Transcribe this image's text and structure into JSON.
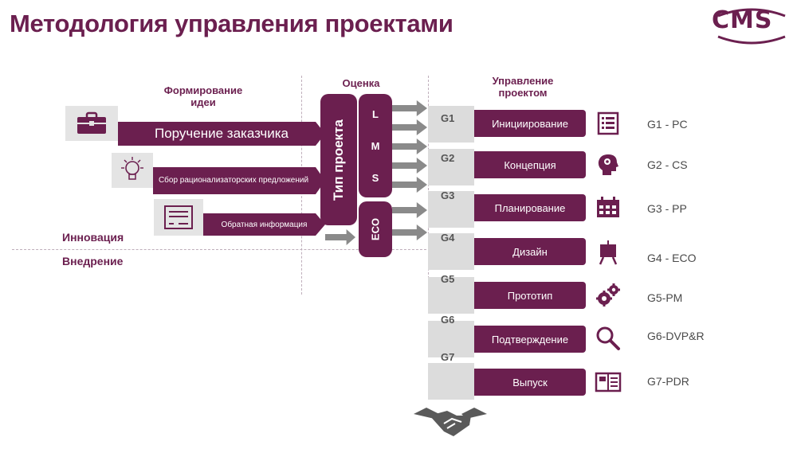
{
  "title": "Методология управления проектами",
  "logo": "CMS",
  "headers": {
    "formation": "Формирование идеи",
    "assessment": "Оценка",
    "management": "Управление проектом"
  },
  "side_labels": {
    "innovation": "Инновация",
    "implementation": "Внедрение"
  },
  "inputs": [
    {
      "label": "Поручение заказчика",
      "icon": "briefcase-icon"
    },
    {
      "label": "Сбор рационализаторских предложений",
      "icon": "lightbulb-icon"
    },
    {
      "label": "Обратная информация",
      "icon": "document-icon"
    }
  ],
  "project_type": "Тип проекта",
  "lms": [
    "L",
    "M",
    "S"
  ],
  "eco": "ECO",
  "gates": [
    {
      "code": "G1",
      "label": "Инициирование",
      "icon": "checklist-icon",
      "result": "G1 - PC"
    },
    {
      "code": "G2",
      "label": "Концепция",
      "icon": "head-gears-icon",
      "result": "G2 - CS"
    },
    {
      "code": "G3",
      "label": "Планирование",
      "icon": "calendar-icon",
      "result": "G3 - PP"
    },
    {
      "code": "G4",
      "label": "Дизайн",
      "icon": "easel-icon",
      "result": "G4 - ECO"
    },
    {
      "code": "G5",
      "label": "Прототип",
      "icon": "gears-icon",
      "result": "G5-PM"
    },
    {
      "code": "G6",
      "label": "Подтверждение",
      "icon": "magnifier-icon",
      "result": "G6-DVP&R"
    },
    {
      "code": "G7",
      "label": "Выпуск",
      "icon": "book-icon",
      "result": "G7-PDR"
    }
  ],
  "bottom_icon": "handshake-icon",
  "colors": {
    "brand": "#6b1f4f",
    "grey_box": "#dcdcdc",
    "grey_arrow": "#8a8a8a"
  }
}
